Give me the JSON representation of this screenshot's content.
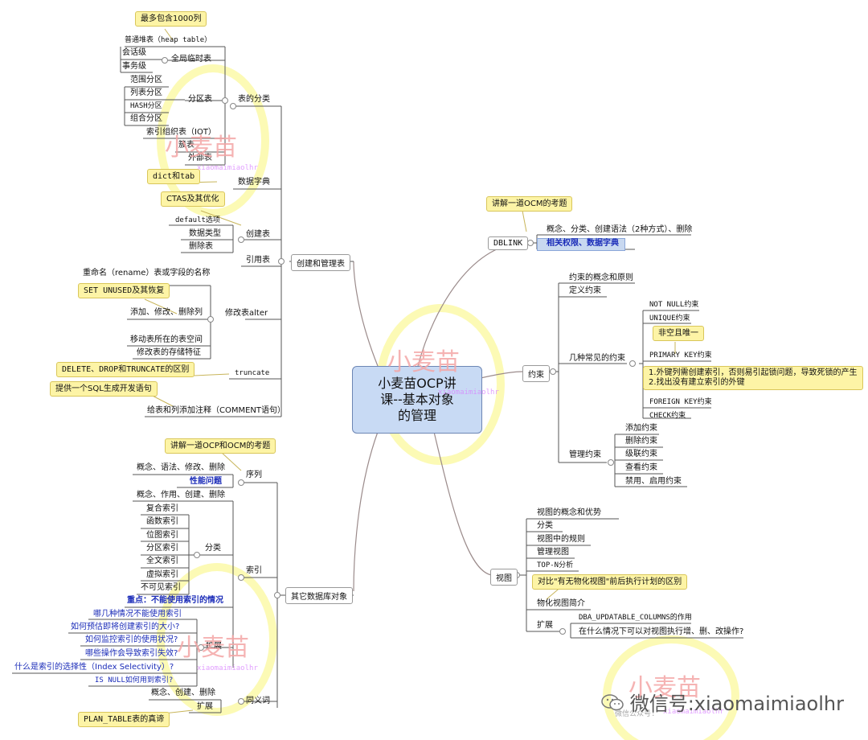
{
  "root": {
    "line1": "小麦苗OCP讲",
    "line2": "课--基本对象",
    "line3": "的管理"
  },
  "branches": {
    "create_manage": "创建和管理表",
    "other_objects": "其它数据库对象",
    "dblink": "DBLINK",
    "constraint": "约束",
    "view": "视图"
  },
  "create_manage": {
    "note_cols": "最多包含1000列",
    "heap": "普通堆表（heap table）",
    "global_temp": "全局临时表",
    "session": "会话级",
    "transaction": "事务级",
    "partition": "分区表",
    "range": "范围分区",
    "list": "列表分区",
    "hash": "HASH分区",
    "composite": "组合分区",
    "iot": "索引组织表（IOT）",
    "cluster": "簇表",
    "external": "外部表",
    "table_class": "表的分类",
    "dict_tab": "dict和tab",
    "data_dict": "数据字典",
    "note_ctas": "CTAS及其优化",
    "default": "default选项",
    "datatype": "数据类型",
    "drop_table": "删除表",
    "create_table": "创建表",
    "ref_table": "引用表",
    "rename": "重命名（rename）表或字段的名称",
    "note_unused": "SET UNUSED及其恢复",
    "add_mod_drop_col": "添加、修改、删除列",
    "alter": "修改表alter",
    "move_ts": "移动表所在的表空间",
    "storage": "修改表的存储特征",
    "note_delete": "DELETE、DROP和TRUNCATE的区别",
    "truncate": "truncate",
    "note_sql": "提供一个SQL生成开发语句",
    "comment": "给表和列添加注释（COMMENT语句）"
  },
  "other": {
    "note_seq": "讲解一道OCP和OCM的考题",
    "seq_ops": "概念、语法、修改、删除",
    "perf": "性能问题",
    "sequence": "序列",
    "idx_ops": "概念、作用、创建、删除",
    "composite_idx": "复合索引",
    "func_idx": "函数索引",
    "bitmap_idx": "位图索引",
    "part_idx": "分区索引",
    "fulltext_idx": "全文索引",
    "virtual_idx": "虚拟索引",
    "invisible_idx": "不可见索引",
    "classify": "分类",
    "index": "索引",
    "key_point": "重点：不能使用索引的情况",
    "q1": "哪几种情况不能使用索引",
    "q2": "如何预估即将创建索引的大小?",
    "q3": "如何监控索引的使用状况?",
    "q4": "哪些操作会导致索引失效?",
    "q5": "什么是索引的选择性（Index Selectivity）?",
    "q6": "IS NULL如何用到索引?",
    "extend": "扩展",
    "syn_ops": "概念、创建、删除",
    "syn_extend": "扩展",
    "synonym": "同义词",
    "note_plan": "PLAN_TABLE表的真谛"
  },
  "dblink": {
    "note": "讲解一道OCM的考题",
    "item1": "概念、分类、创建语法（2种方式）、删除",
    "item2": "相关权限、数据字典"
  },
  "constraint": {
    "concept": "约束的概念和原则",
    "define": "定义约束",
    "common": "几种常见的约束",
    "not_null": "NOT NULL约束",
    "unique": "UNIQUE约束",
    "note_pk": "非空且唯一",
    "pk": "PRIMARY KEY约束",
    "note_fk1": "1.外键列需创建索引，否则易引起锁问题，导致死锁的产生",
    "note_fk2": "2.找出没有建立索引的外键",
    "fk": "FOREIGN KEY约束",
    "check": "CHECK约束",
    "manage": "管理约束",
    "add": "添加约束",
    "drop": "删除约束",
    "cascade": "级联约束",
    "view": "查看约束",
    "disable": "禁用、启用约束"
  },
  "view": {
    "concept": "视图的概念和优势",
    "classify": "分类",
    "rules": "视图中的规则",
    "manage": "管理视图",
    "topn": "TOP-N分析",
    "note_mv": "对比\"有无物化视图\"前后执行计划的区别",
    "mv": "物化视图简介",
    "extend": "扩展",
    "dba_cols": "DBA_UPDATABLE_COLUMNS的作用",
    "dml": "在什么情况下可以对视图执行增、删、改操作?"
  },
  "watermark": {
    "text": "小麦苗",
    "sub": "xiaomaimiaolhr",
    "sub_prefix": "微信公众号:"
  },
  "footer": {
    "label": "微信号:xiaomaimiaolhr"
  },
  "colors": {
    "root_fill": "#c8daf4",
    "note_fill": "#fdf4a6",
    "link_blue": "#1a2bb8",
    "watermark": "#f4a6a6"
  }
}
